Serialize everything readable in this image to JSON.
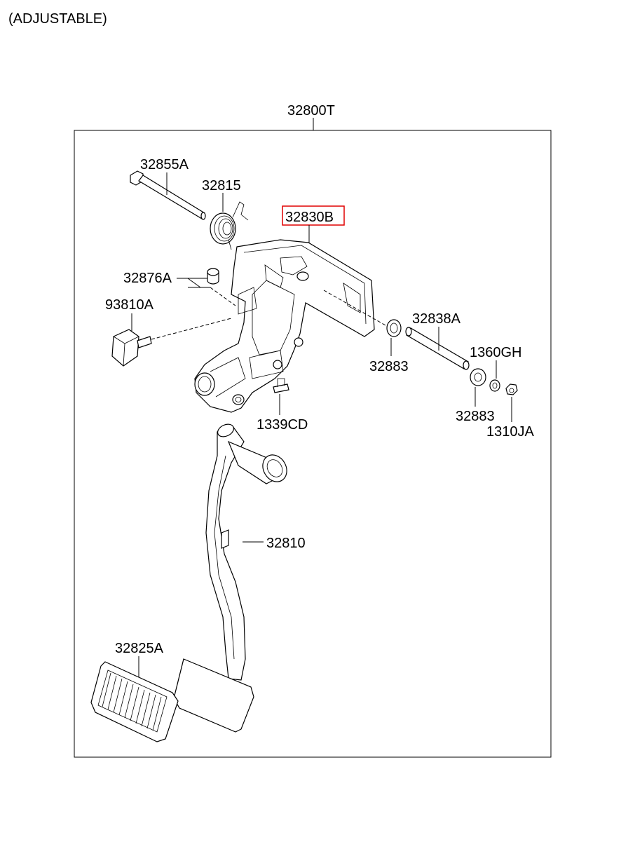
{
  "variant_note": "(ADJUSTABLE)",
  "assembly_label": "32800T",
  "parts": {
    "bolt": "32855A",
    "spring": "32815",
    "bracket": "32830B",
    "stopper": "32876A",
    "switch": "93810A",
    "bushing_upper": "32883",
    "pivot_pin": "32838A",
    "washer": "1360GH",
    "bushing_lower": "32883",
    "nut": "1310JA",
    "clip": "1339CD",
    "pedal_arm": "32810",
    "pedal_pad": "32825A"
  },
  "highlight_color": "#e00000"
}
